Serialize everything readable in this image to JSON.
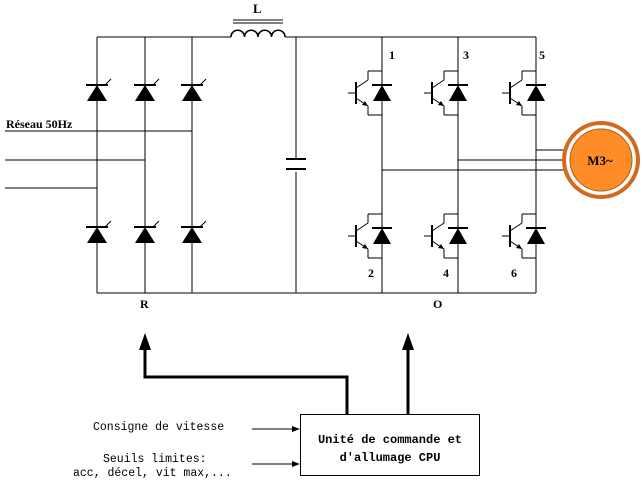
{
  "diagram": {
    "inductor_label": "L",
    "mains_label": "Réseau 50Hz",
    "rectifier_label": "R",
    "inverter_label": "O",
    "switch_numbers": [
      "1",
      "3",
      "5",
      "2",
      "4",
      "6"
    ],
    "motor_label": "M3~",
    "speed_setpoint": "Consigne de vitesse",
    "limits_line1": "Seuils limites:",
    "limits_line2": "acc, décel, vit max,...",
    "control_unit_line1": "Unité de commande et",
    "control_unit_line2": "d'allumage CPU",
    "colors": {
      "motor_fill": "#FF8C28",
      "motor_ring": "#D2691E",
      "line": "#000000"
    }
  }
}
